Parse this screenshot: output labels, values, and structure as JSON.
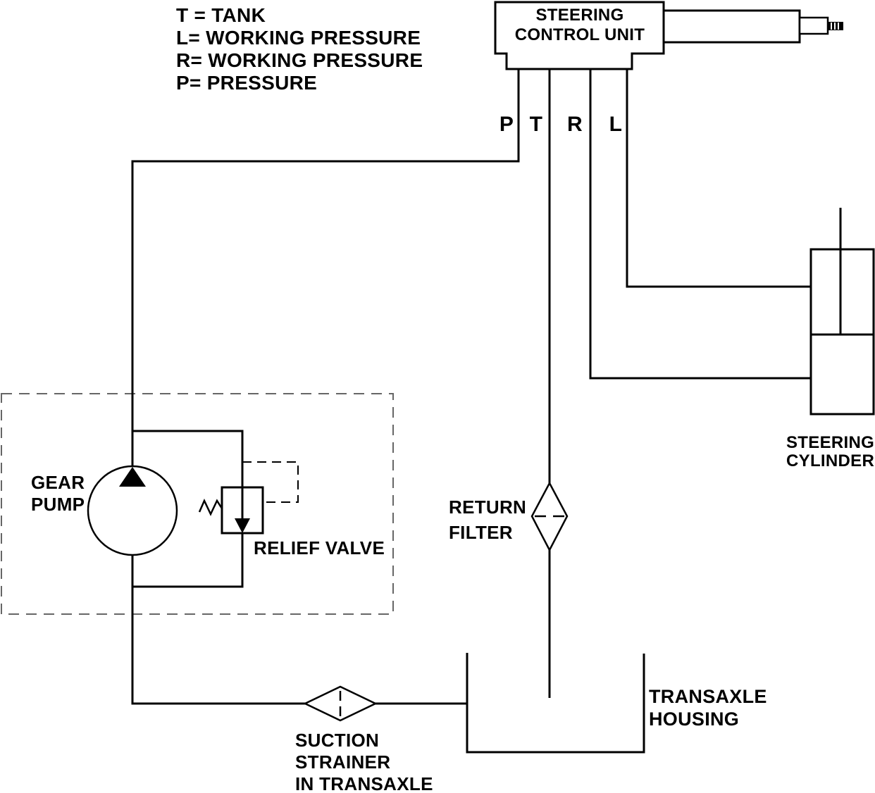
{
  "colors": {
    "line": "#000000",
    "background": "#ffffff",
    "boundary_dash": "#666666"
  },
  "legend": {
    "lines": [
      "T = TANK",
      "L= WORKING PRESSURE",
      "R= WORKING PRESSURE",
      "P= PRESSURE"
    ]
  },
  "steering_control_unit": {
    "label": "STEERING\nCONTROL UNIT",
    "ports": [
      "P",
      "T",
      "R",
      "L"
    ]
  },
  "steering_cylinder": {
    "label": "STEERING\nCYLINDER"
  },
  "gear_pump": {
    "label": "GEAR\nPUMP"
  },
  "relief_valve": {
    "label": "RELIEF VALVE"
  },
  "return_filter": {
    "label": "RETURN\nFILTER"
  },
  "suction_strainer": {
    "label": "SUCTION\nSTRAINER\nIN TRANSAXLE"
  },
  "transaxle_housing": {
    "label": "TRANSAXLE\nHOUSING"
  }
}
